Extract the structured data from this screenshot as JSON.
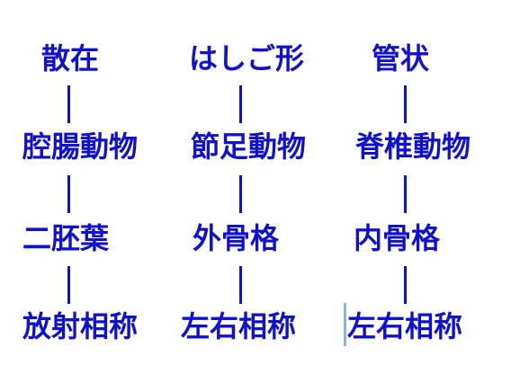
{
  "columns": [
    {
      "nodes": [
        "散在",
        "腔腸動物",
        "二胚葉",
        "放射相称"
      ]
    },
    {
      "nodes": [
        "はしご形",
        "節足動物",
        "外骨格",
        "左右相称"
      ]
    },
    {
      "nodes": [
        "管状",
        "脊椎動物",
        "内骨格",
        "左右相称"
      ]
    }
  ],
  "colors": {
    "text": "#1010d0",
    "connector": "#1010d0",
    "cursor": "#8ab4f0"
  }
}
